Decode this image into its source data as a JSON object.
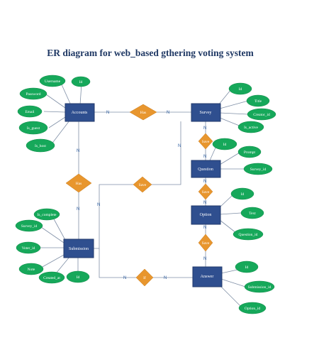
{
  "title": "ER diagram for web_based gthering voting system",
  "entities": {
    "accounts": "Accounts",
    "survey": "Survey",
    "question": "Question",
    "option": "Option",
    "answer": "Answer",
    "submission": "Submission"
  },
  "relationships": {
    "has_top": "Has",
    "has_left": "Has",
    "save_center": "Save",
    "save_sq": "Save",
    "save_qo": "Save",
    "save_oa": "Save",
    "if_bottom": "If"
  },
  "attributes": {
    "accounts": [
      "Username",
      "Id",
      "Password",
      "Email",
      "Is_guest",
      "Is_host"
    ],
    "survey": [
      "Id",
      "Title",
      "Creator_id",
      "Is_active"
    ],
    "question": [
      "Id",
      "Prompt",
      "Survey_id"
    ],
    "option": [
      "Id",
      "Text",
      "Question_id"
    ],
    "answer": [
      "Id",
      "Submission_id",
      "Option_id"
    ],
    "submission": [
      "Is_complete",
      "Survey_id",
      "Voter_id",
      "Note",
      "Created_at",
      "Id"
    ]
  },
  "cardinalities": [
    "N",
    "N",
    "N",
    "N",
    "N",
    "N",
    "N",
    "N",
    "N",
    "N",
    "N",
    "N",
    "N",
    "N"
  ]
}
